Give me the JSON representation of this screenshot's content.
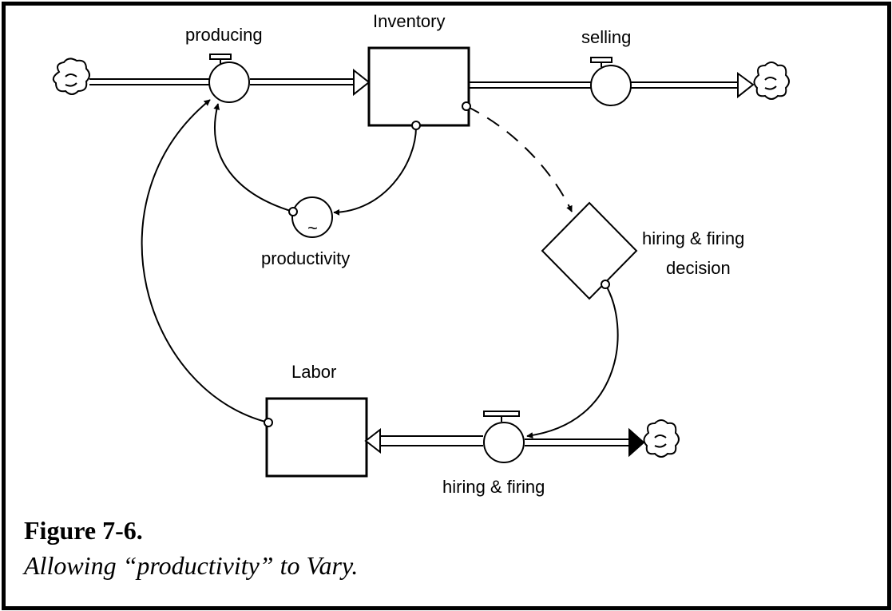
{
  "diagram": {
    "stocks": {
      "inventory": "Inventory",
      "labor": "Labor"
    },
    "flows": {
      "producing": "producing",
      "selling": "selling",
      "hiring_firing": "hiring & firing"
    },
    "converters": {
      "productivity": "productivity",
      "productivity_symbol": "~"
    },
    "decision": {
      "line1": "hiring & firing",
      "line2": "decision"
    }
  },
  "caption": {
    "title": "Figure 7-6.",
    "subtitle": "Allowing “productivity” to Vary."
  }
}
